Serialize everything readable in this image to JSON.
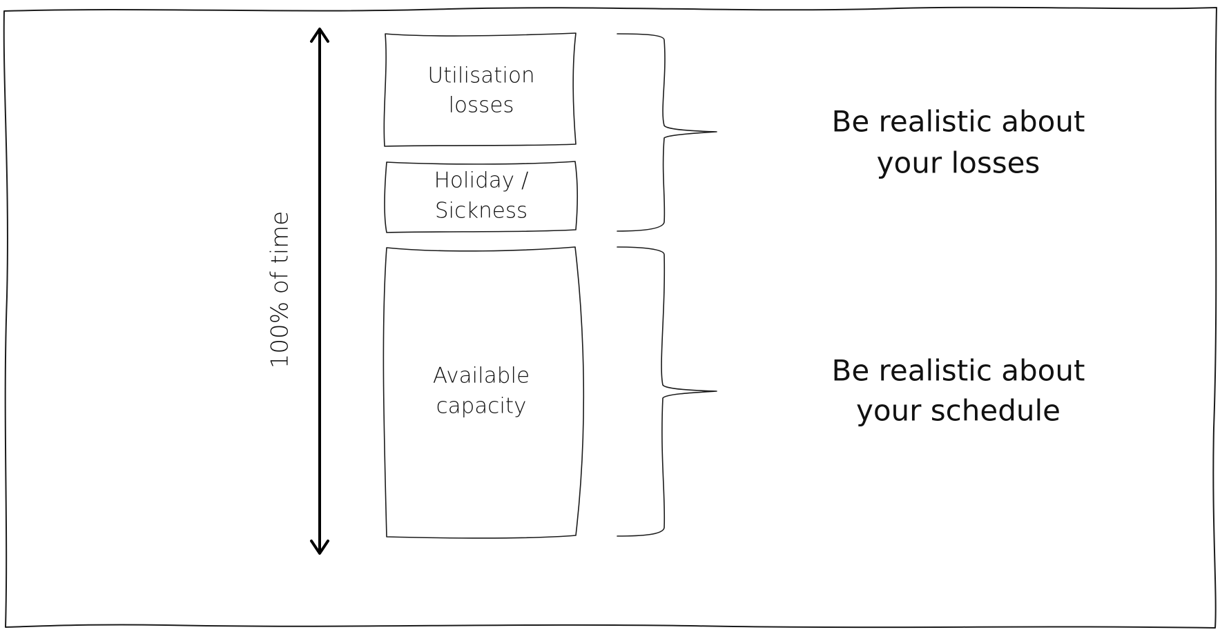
{
  "diagram": {
    "axis": {
      "label": "100% of time"
    },
    "blocks": [
      {
        "id": "utilisation-losses",
        "lines": [
          "Utilisation",
          "losses"
        ]
      },
      {
        "id": "holiday-sickness",
        "lines": [
          "Holiday /",
          "Sickness"
        ]
      },
      {
        "id": "available-capacity",
        "lines": [
          "Available",
          "capacity"
        ]
      }
    ],
    "callouts": [
      {
        "id": "losses",
        "lines": [
          "Be realistic about",
          "your losses"
        ]
      },
      {
        "id": "schedule",
        "lines": [
          "Be realistic about",
          "your schedule"
        ]
      }
    ]
  }
}
